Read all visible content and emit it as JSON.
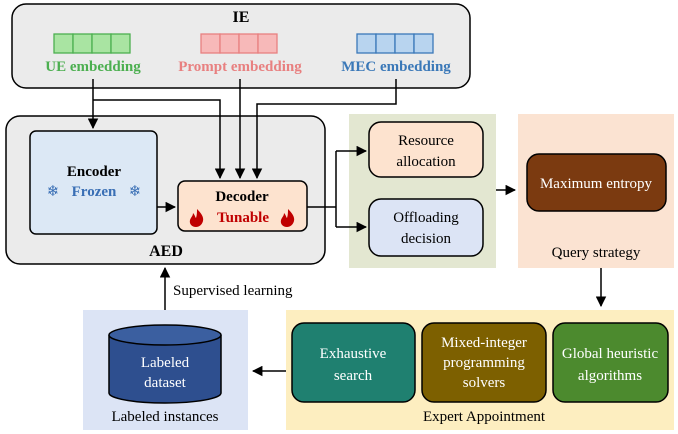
{
  "ie": {
    "title": "IE",
    "ue_label": "UE embedding",
    "prompt_label": "Prompt embedding",
    "mec_label": "MEC embedding"
  },
  "aed": {
    "title": "AED",
    "encoder": {
      "title": "Encoder",
      "status": "Frozen"
    },
    "decoder": {
      "title": "Decoder",
      "status": "Tunable"
    }
  },
  "outputs": {
    "resource_line1": "Resource",
    "resource_line2": "allocation",
    "offload_line1": "Offloading",
    "offload_line2": "decision"
  },
  "query": {
    "box_label": "Maximum entropy",
    "caption": "Query strategy"
  },
  "expert": {
    "caption": "Expert Appointment",
    "method1_line1": "Exhaustive",
    "method1_line2": "search",
    "method2_line1": "Mixed-integer",
    "method2_line2": "programming",
    "method2_line3": "solvers",
    "method3_line1": "Global heuristic",
    "method3_line2": "algorithms"
  },
  "labeled": {
    "db_line1": "Labeled",
    "db_line2": "dataset",
    "caption": "Labeled instances"
  },
  "supervised_label": "Supervised learning",
  "colors": {
    "ue_green": "#4caf50",
    "prompt_red": "#e88080",
    "mec_blue": "#3a78b8",
    "decoder_red": "#c00000",
    "encoder_blue": "#3a6fb5",
    "max_entropy_brown": "#7b3a10",
    "exhaustive_teal": "#1f8070",
    "mixed_olive": "#7d6000",
    "global_green": "#4c8a2e",
    "db_navy": "#2e4f8f"
  }
}
